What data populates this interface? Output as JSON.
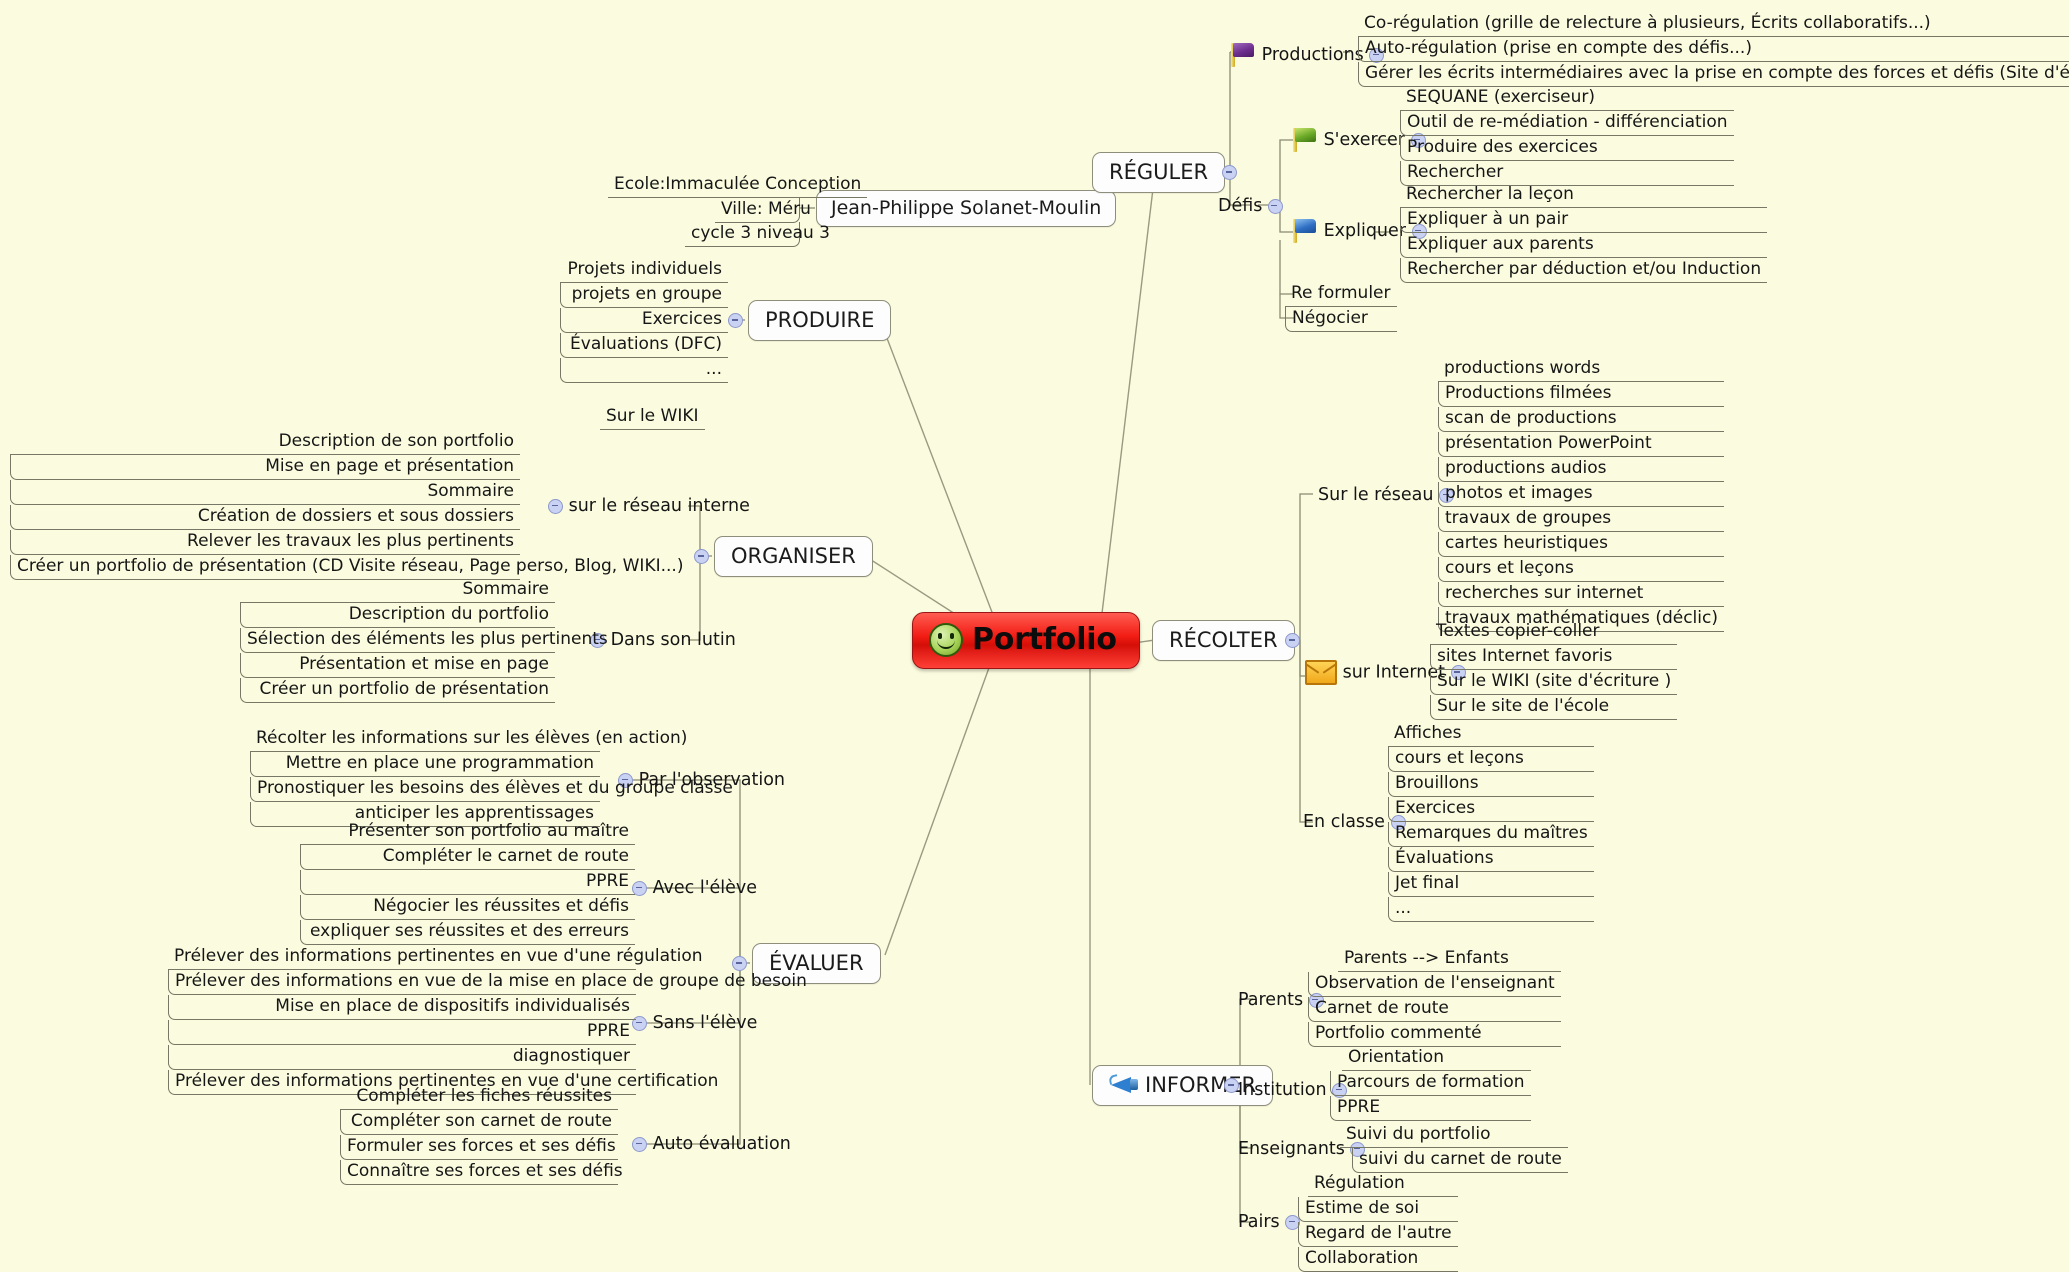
{
  "root": {
    "label": "Portfolio",
    "icon": "smiley-icon",
    "color": "#f21d14"
  },
  "author": {
    "name": "Jean-Philippe Solanet-Moulin",
    "details": [
      "Ecole:Immaculée Conception",
      "Ville: Méru",
      "cycle 3 niveau 3"
    ]
  },
  "branches": {
    "reguler": {
      "label": "RÉGULER",
      "children": [
        {
          "label": "Productions",
          "icon": "purple-flag-icon",
          "items": [
            "Co-régulation (grille de relecture à plusieurs, Écrits collaboratifs...)",
            "Auto-régulation (prise en compte des défis...)",
            "Gérer les écrits intermédiaires avec la prise en compte des forces et défis (Site d'écriture collaboratrice (SPIP) (WIKI)"
          ]
        },
        {
          "label": "Défis",
          "subgroups": [
            {
              "label": "S'exercer",
              "icon": "green-flag-icon",
              "items": [
                "SEQUANE (exerciseur)",
                "Outil de re-médiation - différenciation",
                "Produire des exercices",
                "Rechercher"
              ]
            },
            {
              "label": "Expliquer",
              "icon": "blue-flag-icon",
              "items": [
                "Rechercher la leçon",
                "Expliquer à un pair",
                "Expliquer aux parents",
                "Rechercher par déduction et/ou Induction"
              ]
            }
          ],
          "extra": [
            "Re formuler",
            "Négocier"
          ]
        }
      ]
    },
    "produire": {
      "label": "PRODUIRE",
      "items": [
        "Projets individuels",
        "projets en groupe",
        "Exercices",
        "Évaluations (DFC)",
        "..."
      ]
    },
    "organiser": {
      "label": "ORGANISER",
      "children": [
        {
          "label": "sur le réseau interne",
          "items": [
            "Sur le WIKI",
            "Description de son portfolio",
            "Mise en page et présentation",
            "Sommaire",
            "Création de dossiers et sous dossiers",
            "Relever les travaux les plus pertinents",
            "Créer un portfolio de présentation (CD Visite réseau, Page perso, Blog, WIKI...)"
          ]
        },
        {
          "label": "Dans son lutin",
          "items": [
            "Sommaire",
            "Description du portfolio",
            "Sélection des éléments les plus pertinents",
            "Présentation et mise en page",
            "Créer un portfolio de présentation"
          ]
        }
      ]
    },
    "recolter": {
      "label": "RÉCOLTER",
      "children": [
        {
          "label": "Sur le réseau",
          "items": [
            "productions words",
            "Productions filmées",
            "scan de productions",
            "présentation PowerPoint",
            "productions audios",
            "photos et images",
            "travaux de groupes",
            "cartes heuristiques",
            "cours et leçons",
            "recherches sur internet",
            "travaux mathématiques (déclic)"
          ]
        },
        {
          "label": "sur Internet",
          "icon": "envelope-icon",
          "items": [
            "Textes copier-coller",
            "sites Internet favoris",
            "Sur le WIKI (site d'écriture )",
            "Sur le site de l'école"
          ]
        },
        {
          "label": "En classe",
          "items": [
            "Affiches",
            "cours et leçons",
            "Brouillons",
            "Exercices",
            "Remarques du maîtres",
            "Évaluations",
            "Jet final",
            "..."
          ]
        }
      ]
    },
    "informer": {
      "label": "INFORMER",
      "icon": "megaphone-icon",
      "children": [
        {
          "label": "Parents",
          "items": [
            "Parents --> Enfants",
            "Observation de l'enseignant",
            "Carnet de route",
            "Portfolio commenté"
          ]
        },
        {
          "label": "Institution",
          "items": [
            "Orientation",
            "Parcours de formation",
            "PPRE"
          ]
        },
        {
          "label": "Enseignants",
          "items": [
            "Suivi du portfolio",
            "suivi du carnet de route"
          ]
        },
        {
          "label": "Pairs",
          "items": [
            "Régulation",
            "Estime de soi",
            "Regard de l'autre",
            "Collaboration"
          ]
        }
      ]
    },
    "evaluer": {
      "label": "ÉVALUER",
      "children": [
        {
          "label": "Par l'observation",
          "items": [
            "Récolter les informations sur les élèves (en action)",
            "Mettre en place une programmation",
            "Pronostiquer les besoins des élèves et du groupe classe",
            "anticiper les apprentissages"
          ]
        },
        {
          "label": "Avec l'élève",
          "items": [
            "Présenter son portfolio au maître",
            "Compléter le carnet de route",
            "PPRE",
            "Négocier les réussites et défis",
            "expliquer ses réussites et des erreurs"
          ]
        },
        {
          "label": "Sans l'élève",
          "items": [
            "Prélever des informations pertinentes en vue d'une régulation",
            "Prélever des informations en vue de la mise en place de groupe de besoin",
            "Mise en place de dispositifs individualisés",
            "PPRE",
            "diagnostiquer",
            "Prélever des informations pertinentes en vue d'une certification"
          ]
        },
        {
          "label": "Auto évaluation",
          "items": [
            "Compléter les fiches réussites",
            "Compléter son carnet de route",
            "Formuler ses forces et ses défis",
            "Connaître ses forces et ses défis"
          ]
        }
      ]
    }
  }
}
